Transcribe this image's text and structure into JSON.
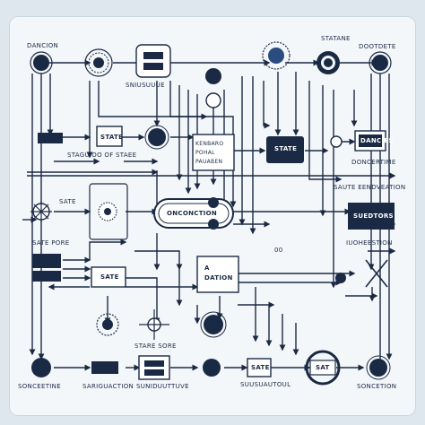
{
  "colors": {
    "line": "#1b2a44",
    "node": "#1b2a44",
    "accent": "#2b4c7e",
    "grey": "#8795a6",
    "bg": "#f4f7fa",
    "page": "#dfe7ee"
  },
  "labels": {
    "dancion": "DANCION",
    "sniusuuue": "SNIUSUUUE",
    "state_top": "STATANE",
    "dootdete": "DOOTDETE",
    "state_box1": "STATE",
    "staguioo": "STAGUIOO OF STAEE",
    "center_note": "KENBARO\nPOHAL\nPAUABEN",
    "state_box2": "STATE",
    "dancies": "DANCIES",
    "doncertime": "DONCERTIME",
    "saute": "SAUTE EENDVEATION",
    "sate_left": "SATE",
    "oncontion": "ONCONCTION",
    "suedtors": "SUEDTORS",
    "sate_pore": "SATE PORE",
    "iuoheestion": "IUOHEESTION",
    "s_val": "00",
    "sate_box": "SATE",
    "a_dation": "A\nDATION",
    "stare_sore": "STARE SORE",
    "sonceetine": "SONCEETINE",
    "sariguacion": "SARIGUACTION",
    "sunduuttuve": "SUNIDUUTTUVE",
    "suusuautoul": "SUUSUAUTOUL",
    "sat": "SAT",
    "sate_small": "SATE",
    "soncetion": "SONCETION"
  }
}
